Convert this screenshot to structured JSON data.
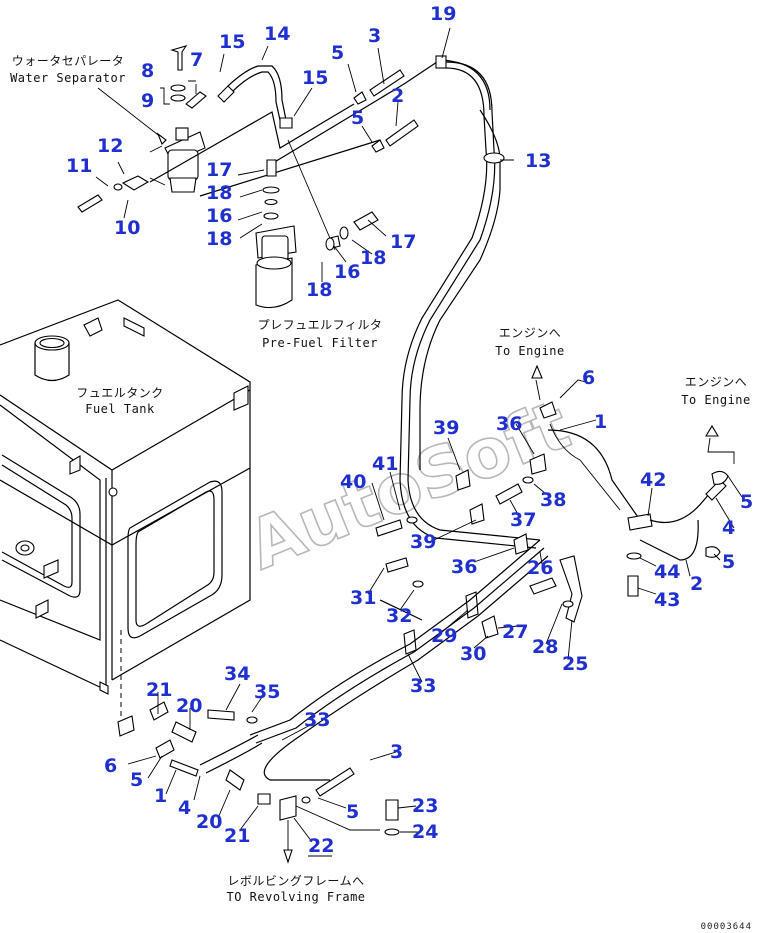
{
  "watermark": "AutoSoft",
  "drawing_code": "00003644",
  "labels": {
    "water_separator_jp": "ウォータセパレータ",
    "water_separator_en": "Water Separator",
    "pre_fuel_filter_jp": "プレフュエルフィルタ",
    "pre_fuel_filter_en": "Pre-Fuel Filter",
    "fuel_tank_jp": "フュエルタンク",
    "fuel_tank_en": "Fuel Tank",
    "to_engine_1_jp": "エンジンへ",
    "to_engine_1_en": "To Engine",
    "to_engine_2_jp": "エンジンへ",
    "to_engine_2_en": "To Engine",
    "revolving_frame_jp": "レボルビングフレームへ",
    "revolving_frame_en": "TO Revolving Frame"
  },
  "callouts": [
    {
      "id": "c8",
      "num": "8"
    },
    {
      "id": "c7",
      "num": "7"
    },
    {
      "id": "c9",
      "num": "9"
    },
    {
      "id": "c15a",
      "num": "15"
    },
    {
      "id": "c14",
      "num": "14"
    },
    {
      "id": "c5a",
      "num": "5"
    },
    {
      "id": "c3a",
      "num": "3"
    },
    {
      "id": "c19",
      "num": "19"
    },
    {
      "id": "c15b",
      "num": "15"
    },
    {
      "id": "c2a",
      "num": "2"
    },
    {
      "id": "c5b",
      "num": "5"
    },
    {
      "id": "c13",
      "num": "13"
    },
    {
      "id": "c11",
      "num": "11"
    },
    {
      "id": "c12",
      "num": "12"
    },
    {
      "id": "c10",
      "num": "10"
    },
    {
      "id": "c17a",
      "num": "17"
    },
    {
      "id": "c18a",
      "num": "18"
    },
    {
      "id": "c16a",
      "num": "16"
    },
    {
      "id": "c18b",
      "num": "18"
    },
    {
      "id": "c17b",
      "num": "17"
    },
    {
      "id": "c18c",
      "num": "18"
    },
    {
      "id": "c16b",
      "num": "16"
    },
    {
      "id": "c18d",
      "num": "18"
    },
    {
      "id": "c6a",
      "num": "6"
    },
    {
      "id": "c1a",
      "num": "1"
    },
    {
      "id": "c36a",
      "num": "36"
    },
    {
      "id": "c39a",
      "num": "39"
    },
    {
      "id": "c41",
      "num": "41"
    },
    {
      "id": "c40",
      "num": "40"
    },
    {
      "id": "c38",
      "num": "38"
    },
    {
      "id": "c37",
      "num": "37"
    },
    {
      "id": "c42",
      "num": "42"
    },
    {
      "id": "c5c",
      "num": "5"
    },
    {
      "id": "c4a",
      "num": "4"
    },
    {
      "id": "c5d",
      "num": "5"
    },
    {
      "id": "c44",
      "num": "44"
    },
    {
      "id": "c2b",
      "num": "2"
    },
    {
      "id": "c43",
      "num": "43"
    },
    {
      "id": "c39b",
      "num": "39"
    },
    {
      "id": "c36b",
      "num": "36"
    },
    {
      "id": "c26",
      "num": "26"
    },
    {
      "id": "c31",
      "num": "31"
    },
    {
      "id": "c32",
      "num": "32"
    },
    {
      "id": "c29",
      "num": "29"
    },
    {
      "id": "c27",
      "num": "27"
    },
    {
      "id": "c28",
      "num": "28"
    },
    {
      "id": "c25",
      "num": "25"
    },
    {
      "id": "c30",
      "num": "30"
    },
    {
      "id": "c33a",
      "num": "33"
    },
    {
      "id": "c34",
      "num": "34"
    },
    {
      "id": "c35",
      "num": "35"
    },
    {
      "id": "c21a",
      "num": "21"
    },
    {
      "id": "c20a",
      "num": "20"
    },
    {
      "id": "c33b",
      "num": "33"
    },
    {
      "id": "c6b",
      "num": "6"
    },
    {
      "id": "c5e",
      "num": "5"
    },
    {
      "id": "c1b",
      "num": "1"
    },
    {
      "id": "c4b",
      "num": "4"
    },
    {
      "id": "c20b",
      "num": "20"
    },
    {
      "id": "c21b",
      "num": "21"
    },
    {
      "id": "c3b",
      "num": "3"
    },
    {
      "id": "c5f",
      "num": "5"
    },
    {
      "id": "c23",
      "num": "23"
    },
    {
      "id": "c24",
      "num": "24"
    },
    {
      "id": "c22",
      "num": "22"
    }
  ]
}
